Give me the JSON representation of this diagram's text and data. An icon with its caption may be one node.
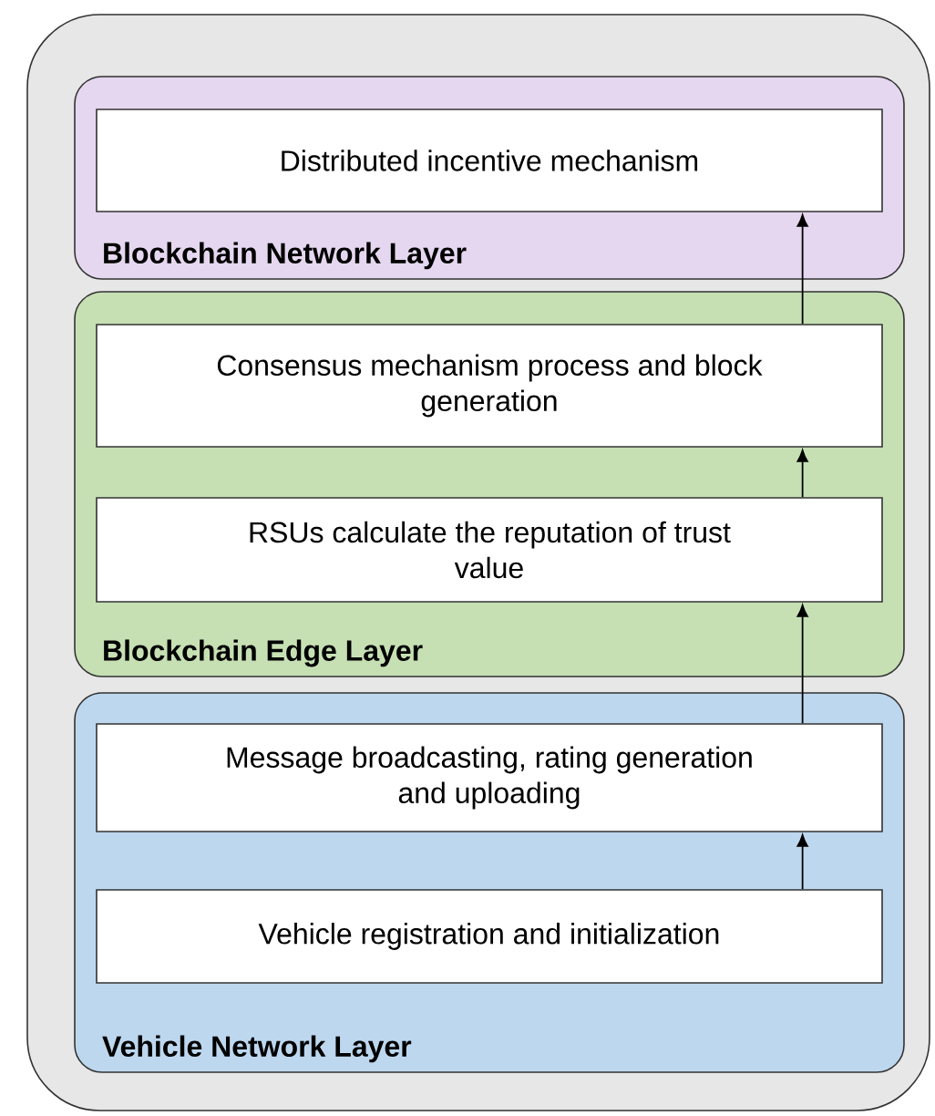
{
  "diagram": {
    "nodes": [
      {
        "text": [],
        "shape": "box"
      },
      {
        "text": [
          "Blockchain Network Layer"
        ],
        "in": 0
      },
      {
        "text": [
          "Distributed incentive mechanism"
        ],
        "in": 1
      },
      {
        "text": [
          "Blockchain Edge Layer"
        ],
        "in": 0
      },
      {
        "text": [
          "Consensus mechanism process and block generation"
        ],
        "in": 3
      },
      {
        "text": [
          "RSUs calculate the reputation of trust value"
        ],
        "in": 3
      },
      {
        "text": [
          "Vehicle Network Layer"
        ],
        "in": 0
      },
      {
        "text": [
          "Message broadcasting, rating generation and uploading"
        ],
        "in": 6
      },
      {
        "text": [
          "Vehicle registration and initialization"
        ],
        "in": 6
      }
    ],
    "edges": [
      {
        "from": 8,
        "to": 7,
        "arrow": "to"
      },
      {
        "from": 7,
        "to": 5,
        "arrow": "to"
      },
      {
        "from": 5,
        "to": 4,
        "arrow": "to"
      },
      {
        "from": 4,
        "to": 2,
        "arrow": "to"
      }
    ]
  }
}
